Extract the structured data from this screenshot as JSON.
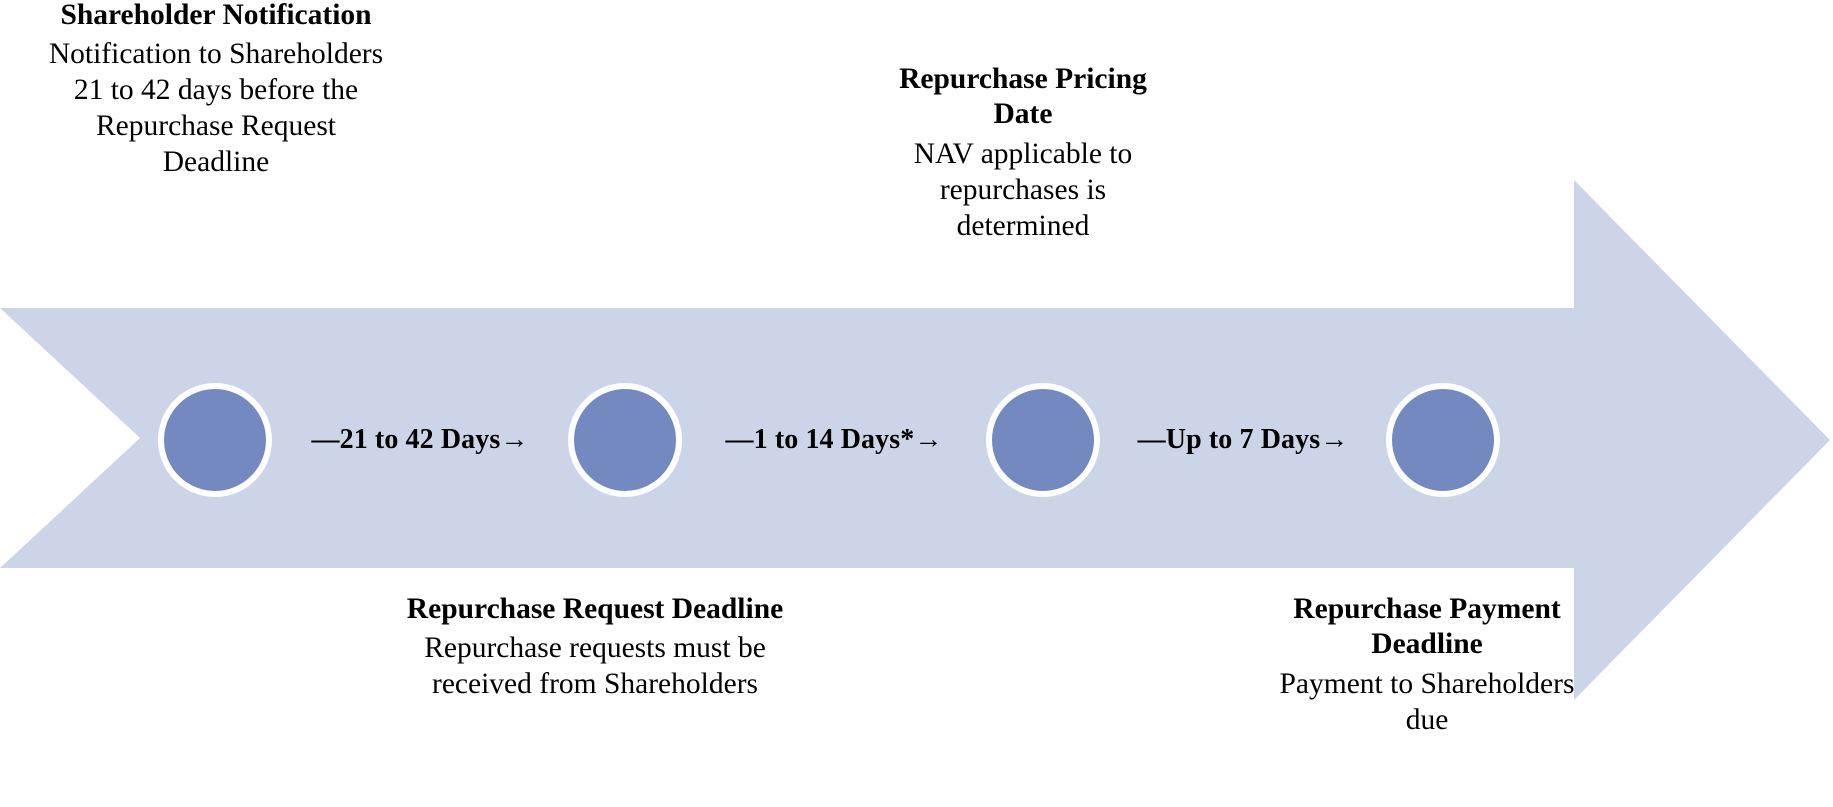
{
  "diagram": {
    "type": "process-timeline-arrow",
    "colors": {
      "arrow_band": "#ccd5e8",
      "milestone_fill": "#7389bf",
      "milestone_ring": "#ffffff",
      "text": "#000000",
      "background": "#ffffff"
    }
  },
  "milestones": [
    {
      "id": "shareholder-notification",
      "index": 1
    },
    {
      "id": "repurchase-request-deadline",
      "index": 2
    },
    {
      "id": "repurchase-pricing-date",
      "index": 3
    },
    {
      "id": "repurchase-payment-deadline",
      "index": 4
    }
  ],
  "connectors": [
    {
      "id": "connector-1",
      "label": "—21 to 42 Days→",
      "from": 1,
      "to": 2,
      "min_days": 21,
      "max_days": 42
    },
    {
      "id": "connector-2",
      "label": "—1 to 14 Days*→",
      "from": 2,
      "to": 3,
      "min_days": 1,
      "max_days": 14,
      "footnote_marker": "*"
    },
    {
      "id": "connector-3",
      "label": "—Up to 7 Days→",
      "from": 3,
      "to": 4,
      "min_days": 0,
      "max_days": 7
    }
  ],
  "labels": {
    "shareholder_notification": {
      "title": "Shareholder Notification",
      "body": "Notification to Shareholders 21 to 42 days before the Repurchase Request Deadline",
      "position": "above"
    },
    "repurchase_pricing_date": {
      "title": "Repurchase Pricing Date",
      "body": "NAV applicable to repurchases is determined",
      "position": "above"
    },
    "repurchase_request_deadline": {
      "title": "Repurchase Request Deadline",
      "body": "Repurchase requests must be received from Shareholders",
      "position": "below"
    },
    "repurchase_payment_deadline": {
      "title": "Repurchase Payment Deadline",
      "body": "Payment to Shareholders due",
      "position": "below"
    }
  }
}
